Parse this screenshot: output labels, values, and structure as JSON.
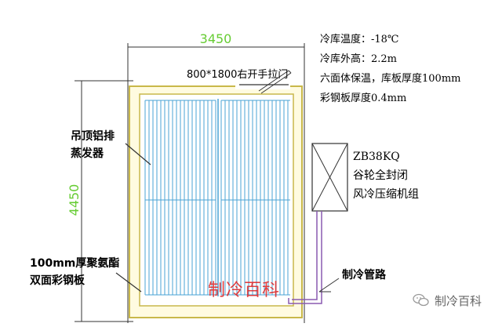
{
  "dimensions": {
    "width": "3450",
    "height": "4450"
  },
  "door_label": "800*1800右开手拉门",
  "specs": [
    "冷库温度：-18℃",
    "冷库外高：2.2m",
    "六面体保温，库板厚度100mm",
    "彩钢板厚度0.4mm"
  ],
  "evaporator_label": [
    "吊顶铝排",
    "蒸发器"
  ],
  "compressor_label": [
    "ZB38KQ",
    "谷轮全封闭",
    "风冷压缩机组"
  ],
  "panel_label": [
    "100mm厚聚氨酯",
    "双面彩钢板"
  ],
  "pipe_label": "制冷管路",
  "watermark_text": "制冷百科",
  "brand": {
    "icon": "wechat-icon",
    "name": "制冷百科"
  },
  "colors": {
    "wall_outline": "#c9b84a",
    "wall_fill": "#fffbe0",
    "evaporator_tubes": "#4aa3d6",
    "dimension_text": "#66cc33",
    "watermark": "#e02020",
    "pipe": "#8a5ab0"
  }
}
